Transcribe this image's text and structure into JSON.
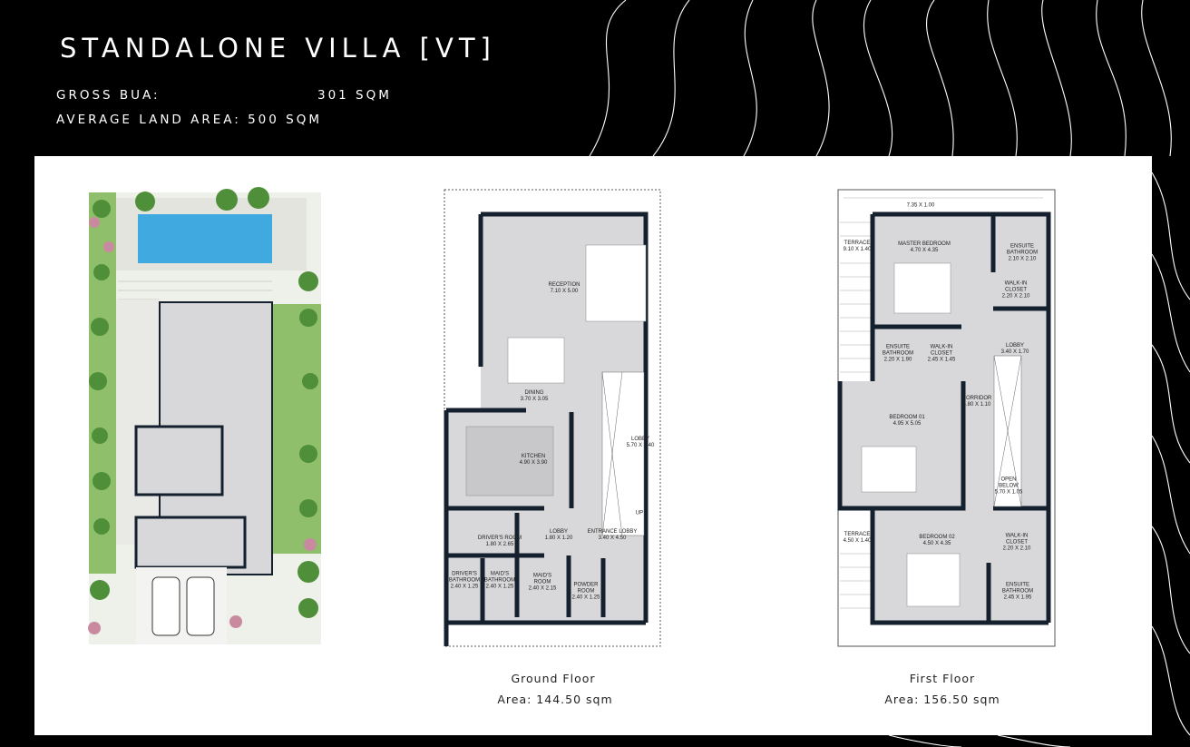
{
  "header": {
    "title": "STANDALONE VILLA [VT]",
    "gross_bua_label": "GROSS BUA:",
    "gross_bua_value": "301 SQM",
    "land_area_label": "AVERAGE LAND AREA:",
    "land_area_value": "500 SQM"
  },
  "ground_floor": {
    "caption": "Ground Floor",
    "area": "Area: 144.50 sqm",
    "stair_label": "UP",
    "rooms": [
      {
        "name": "RECEPTION",
        "size": "7.10 X 5.00"
      },
      {
        "name": "DINING",
        "size": "3.70 X 3.05"
      },
      {
        "name": "KITCHEN",
        "size": "4.90 X 3.90"
      },
      {
        "name": "LOBBY",
        "size": "5.70 X 3.40"
      },
      {
        "name": "DRIVER'S ROOM",
        "size": "1.80 X 2.65"
      },
      {
        "name": "LOBBY",
        "size": "1.80 X 1.20"
      },
      {
        "name": "ENTRANCE LOBBY",
        "size": "3.40 X 4.50"
      },
      {
        "name": "DRIVER'S BATHROOM",
        "size": "2.40 X 1.25"
      },
      {
        "name": "MAID'S BATHROOM",
        "size": "2.40 X 1.25"
      },
      {
        "name": "MAID'S ROOM",
        "size": "2.40 X 2.15"
      },
      {
        "name": "POWDER ROOM",
        "size": "2.40 X 1.25"
      }
    ]
  },
  "first_floor": {
    "caption": "First Floor",
    "area": "Area: 156.50 sqm",
    "top_terrace_size": "7.35 X 1.00",
    "rooms": [
      {
        "name": "TERRACE",
        "size": "9.10 X 1.40"
      },
      {
        "name": "MASTER BEDROOM",
        "size": "4.70 X 4.35"
      },
      {
        "name": "ENSUITE BATHROOM",
        "size": "2.10 X 2.10"
      },
      {
        "name": "WALK-IN CLOSET",
        "size": "2.20 X 2.10"
      },
      {
        "name": "ENSUITE BATHROOM",
        "size": "2.20 X 1.90"
      },
      {
        "name": "WALK-IN CLOSET",
        "size": "2.45 X 1.45"
      },
      {
        "name": "LOBBY",
        "size": "3.40 X 1.70"
      },
      {
        "name": "CORRIDOR",
        "size": "5.80 X 1.10"
      },
      {
        "name": "BEDROOM 01",
        "size": "4.95 X 5.05"
      },
      {
        "name": "OPEN BELOW",
        "size": "5.70 X 1.05"
      },
      {
        "name": "TERRACE",
        "size": "4.50 X 1.40"
      },
      {
        "name": "BEDROOM 02",
        "size": "4.50 X 4.35"
      },
      {
        "name": "WALK-IN CLOSET",
        "size": "2.20 X 2.10"
      },
      {
        "name": "ENSUITE BATHROOM",
        "size": "2.45 X 1.95"
      }
    ]
  },
  "colors": {
    "background": "#000000",
    "panel": "#ffffff",
    "wall": "#15202e",
    "floor": "#d8d8da",
    "lawn": "#8fbf6a",
    "pool": "#3fa9e0"
  }
}
